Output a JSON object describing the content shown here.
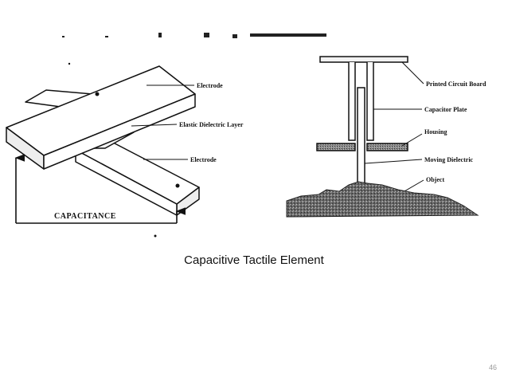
{
  "slide": {
    "caption": "Capacitive Tactile Element",
    "page_number": "46"
  },
  "left_diagram": {
    "labels": {
      "electrode_top": "Electrode",
      "dielectric": "Elastic Dielectric Layer",
      "electrode_bottom": "Electrode",
      "capacitance": "CAPACITANCE"
    }
  },
  "right_diagram": {
    "labels": {
      "pcb": "Printed Circuit Board",
      "capacitor_plate": "Capacitor Plate",
      "housing": "Housing",
      "moving_dielectric": "Moving Dielectric",
      "object": "Object"
    }
  }
}
